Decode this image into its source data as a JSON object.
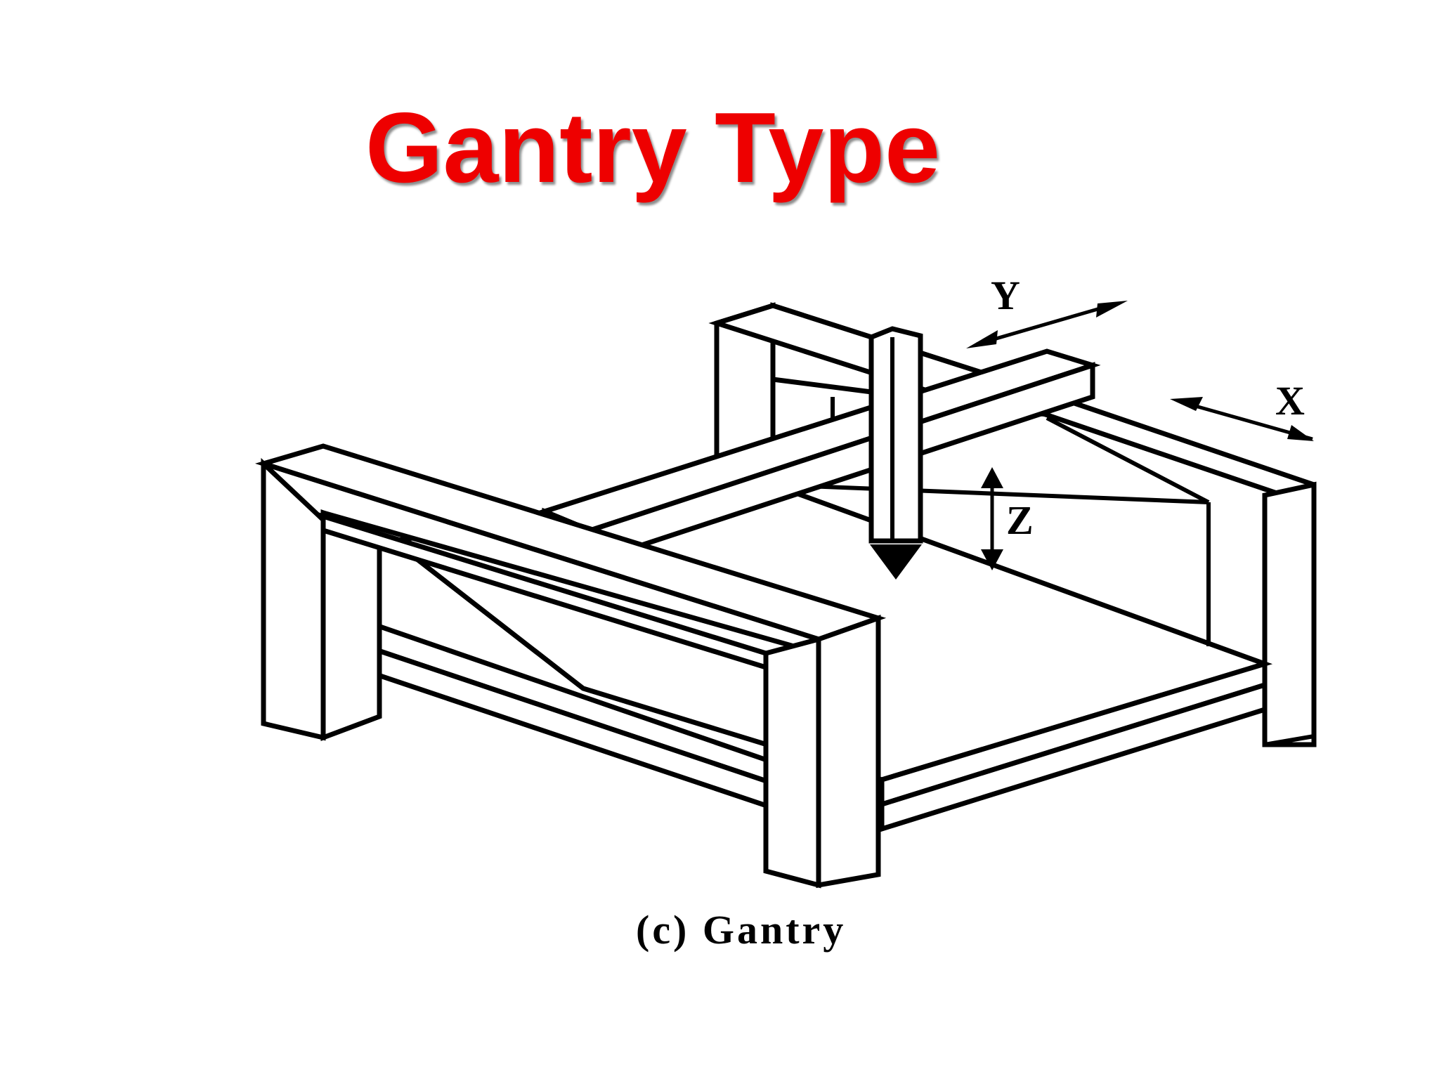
{
  "slide": {
    "title": "Gantry Type",
    "title_color": "#ee0000"
  },
  "diagram": {
    "axes": {
      "x": "X",
      "y": "Y",
      "z": "Z"
    },
    "caption": "(c) Gantry"
  }
}
